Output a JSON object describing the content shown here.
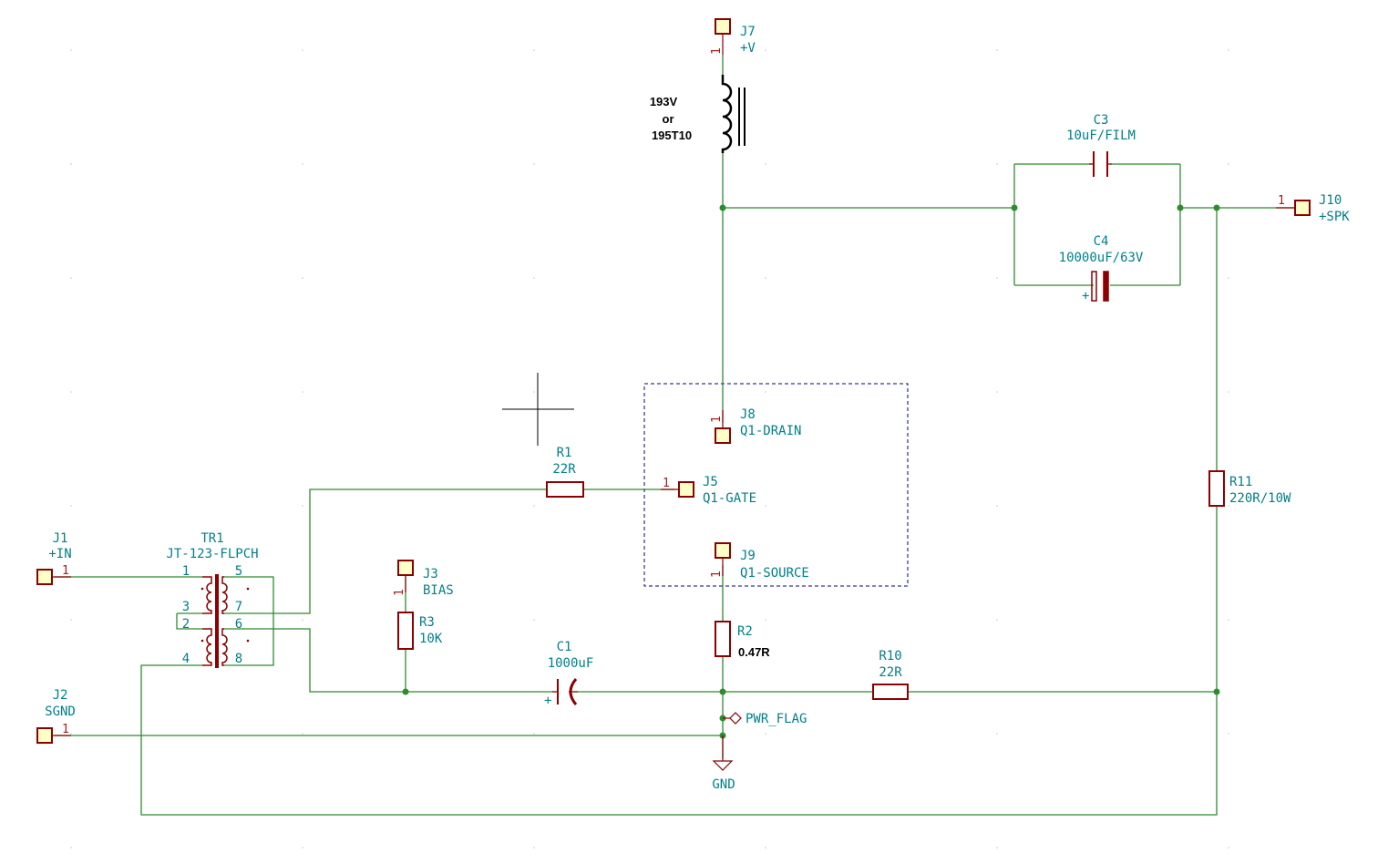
{
  "colors": {
    "background": "#ffffff",
    "wire": "#2e8b2e",
    "component": "#8b0000",
    "label_text": "#00808a",
    "pad_fill": "#ffffc8",
    "grid": "#c8c8c8",
    "group_box": "#00008b",
    "pin_number": "#a02020"
  },
  "icons": [
    "connector-pad-icon",
    "transformer-icon",
    "inductor-icon",
    "resistor-icon",
    "capacitor-icon",
    "polarized-capacitor-icon",
    "ground-icon",
    "power-flag-icon",
    "crosshair-cursor-icon"
  ],
  "connectors": {
    "J7": {
      "ref": "J7",
      "value": "+V",
      "pin": "1"
    },
    "J10": {
      "ref": "J10",
      "value": "+SPK",
      "pin": "1"
    },
    "J8": {
      "ref": "J8",
      "value": "Q1-DRAIN",
      "pin": "1"
    },
    "J5": {
      "ref": "J5",
      "value": "Q1-GATE",
      "pin": "1"
    },
    "J9": {
      "ref": "J9",
      "value": "Q1-SOURCE",
      "pin": "1"
    },
    "J3": {
      "ref": "J3",
      "value": "BIAS",
      "pin": "1"
    },
    "J1": {
      "ref": "J1",
      "value": "+IN",
      "pin": "1"
    },
    "J2": {
      "ref": "J2",
      "value": "SGND",
      "pin": "1"
    }
  },
  "choke": {
    "line1": "193V",
    "line2": "or",
    "line3": "195T10"
  },
  "transformer": {
    "ref": "TR1",
    "value": "JT-123-FLPCH",
    "pins": [
      "1",
      "3",
      "2",
      "4",
      "5",
      "7",
      "6",
      "8"
    ]
  },
  "capacitors": {
    "C3": {
      "ref": "C3",
      "value": "10uF/FILM"
    },
    "C4": {
      "ref": "C4",
      "value": "10000uF/63V",
      "polarity": "+"
    },
    "C1": {
      "ref": "C1",
      "value": "1000uF",
      "polarity": "+"
    }
  },
  "resistors": {
    "R1": {
      "ref": "R1",
      "value": "22R"
    },
    "R2": {
      "ref": "R2",
      "value": "0.47R"
    },
    "R3": {
      "ref": "R3",
      "value": "10K"
    },
    "R10": {
      "ref": "R10",
      "value": "22R"
    },
    "R11": {
      "ref": "R11",
      "value": "220R/10W"
    }
  },
  "power": {
    "pwr_flag": "PWR_FLAG",
    "gnd": "GND"
  }
}
